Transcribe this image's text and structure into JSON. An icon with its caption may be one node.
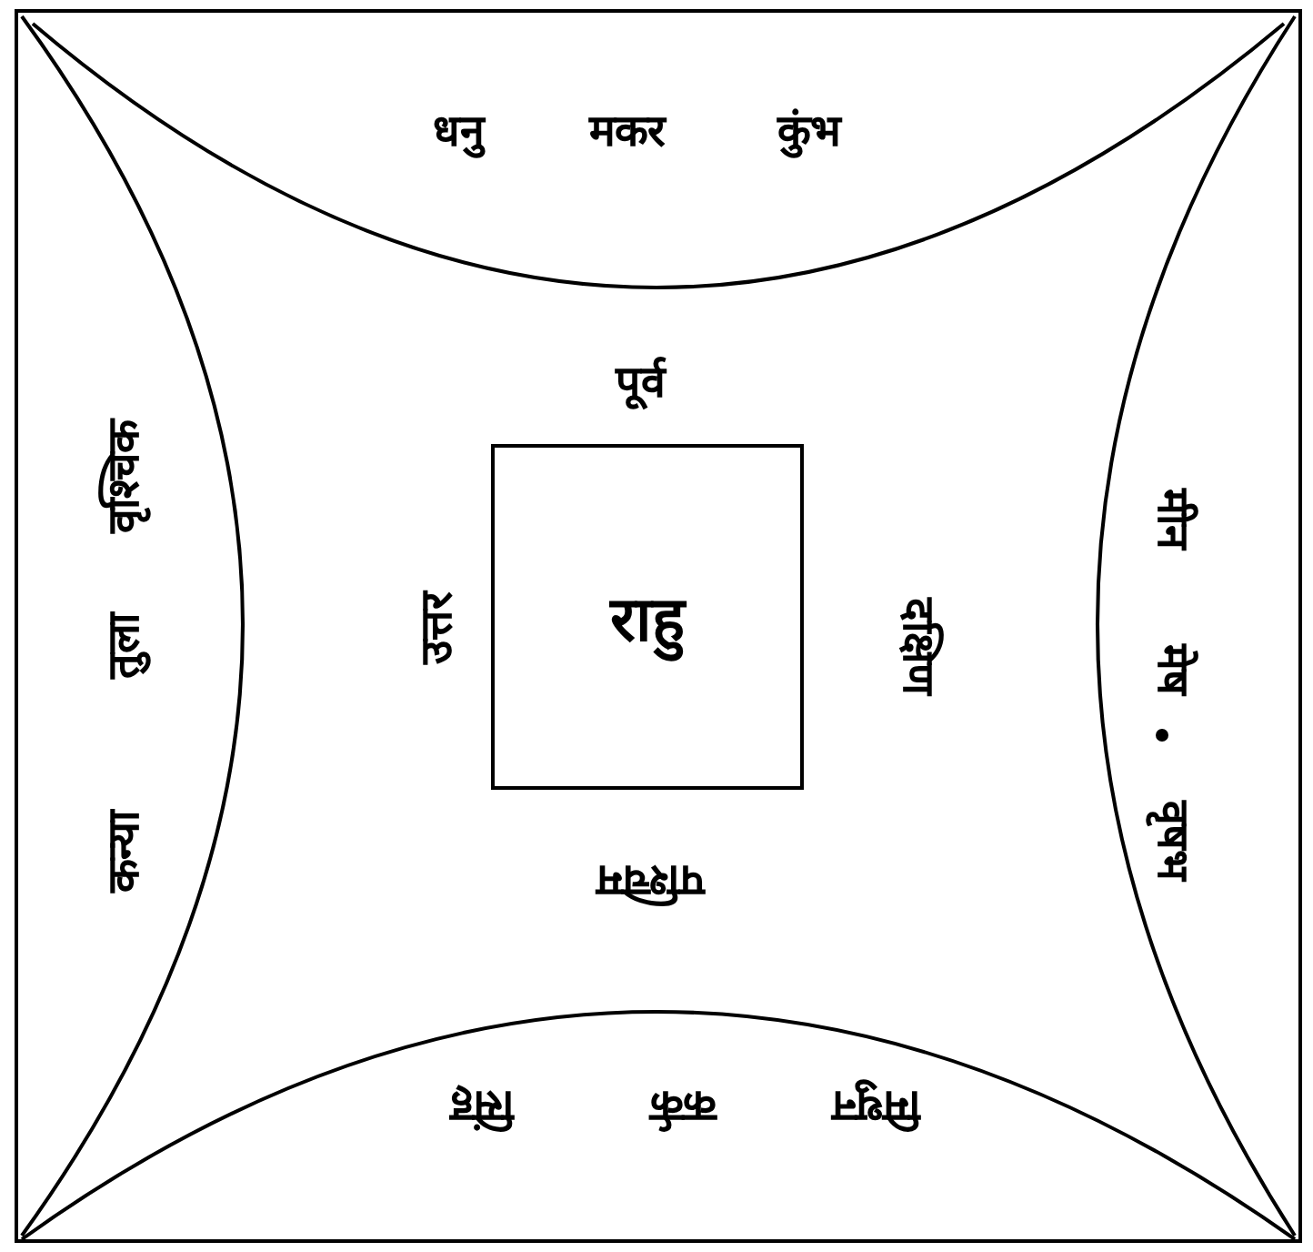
{
  "diagram": {
    "nodes": [
      {
        "text": [],
        "shape": "box"
      },
      {
        "text": [
          "राहु"
        ],
        "in": 0
      }
    ],
    "labels": [
      "धनु",
      "मकर",
      "कुंभ",
      "वृश्चिक",
      "पूर्व",
      "मीन",
      "तुला",
      "उत्तर",
      "दक्षिण",
      "मेष",
      "कन्या",
      "वृषभ",
      "पश्चिम",
      "सिंह",
      "कर्क",
      "मिथुन"
    ]
  }
}
